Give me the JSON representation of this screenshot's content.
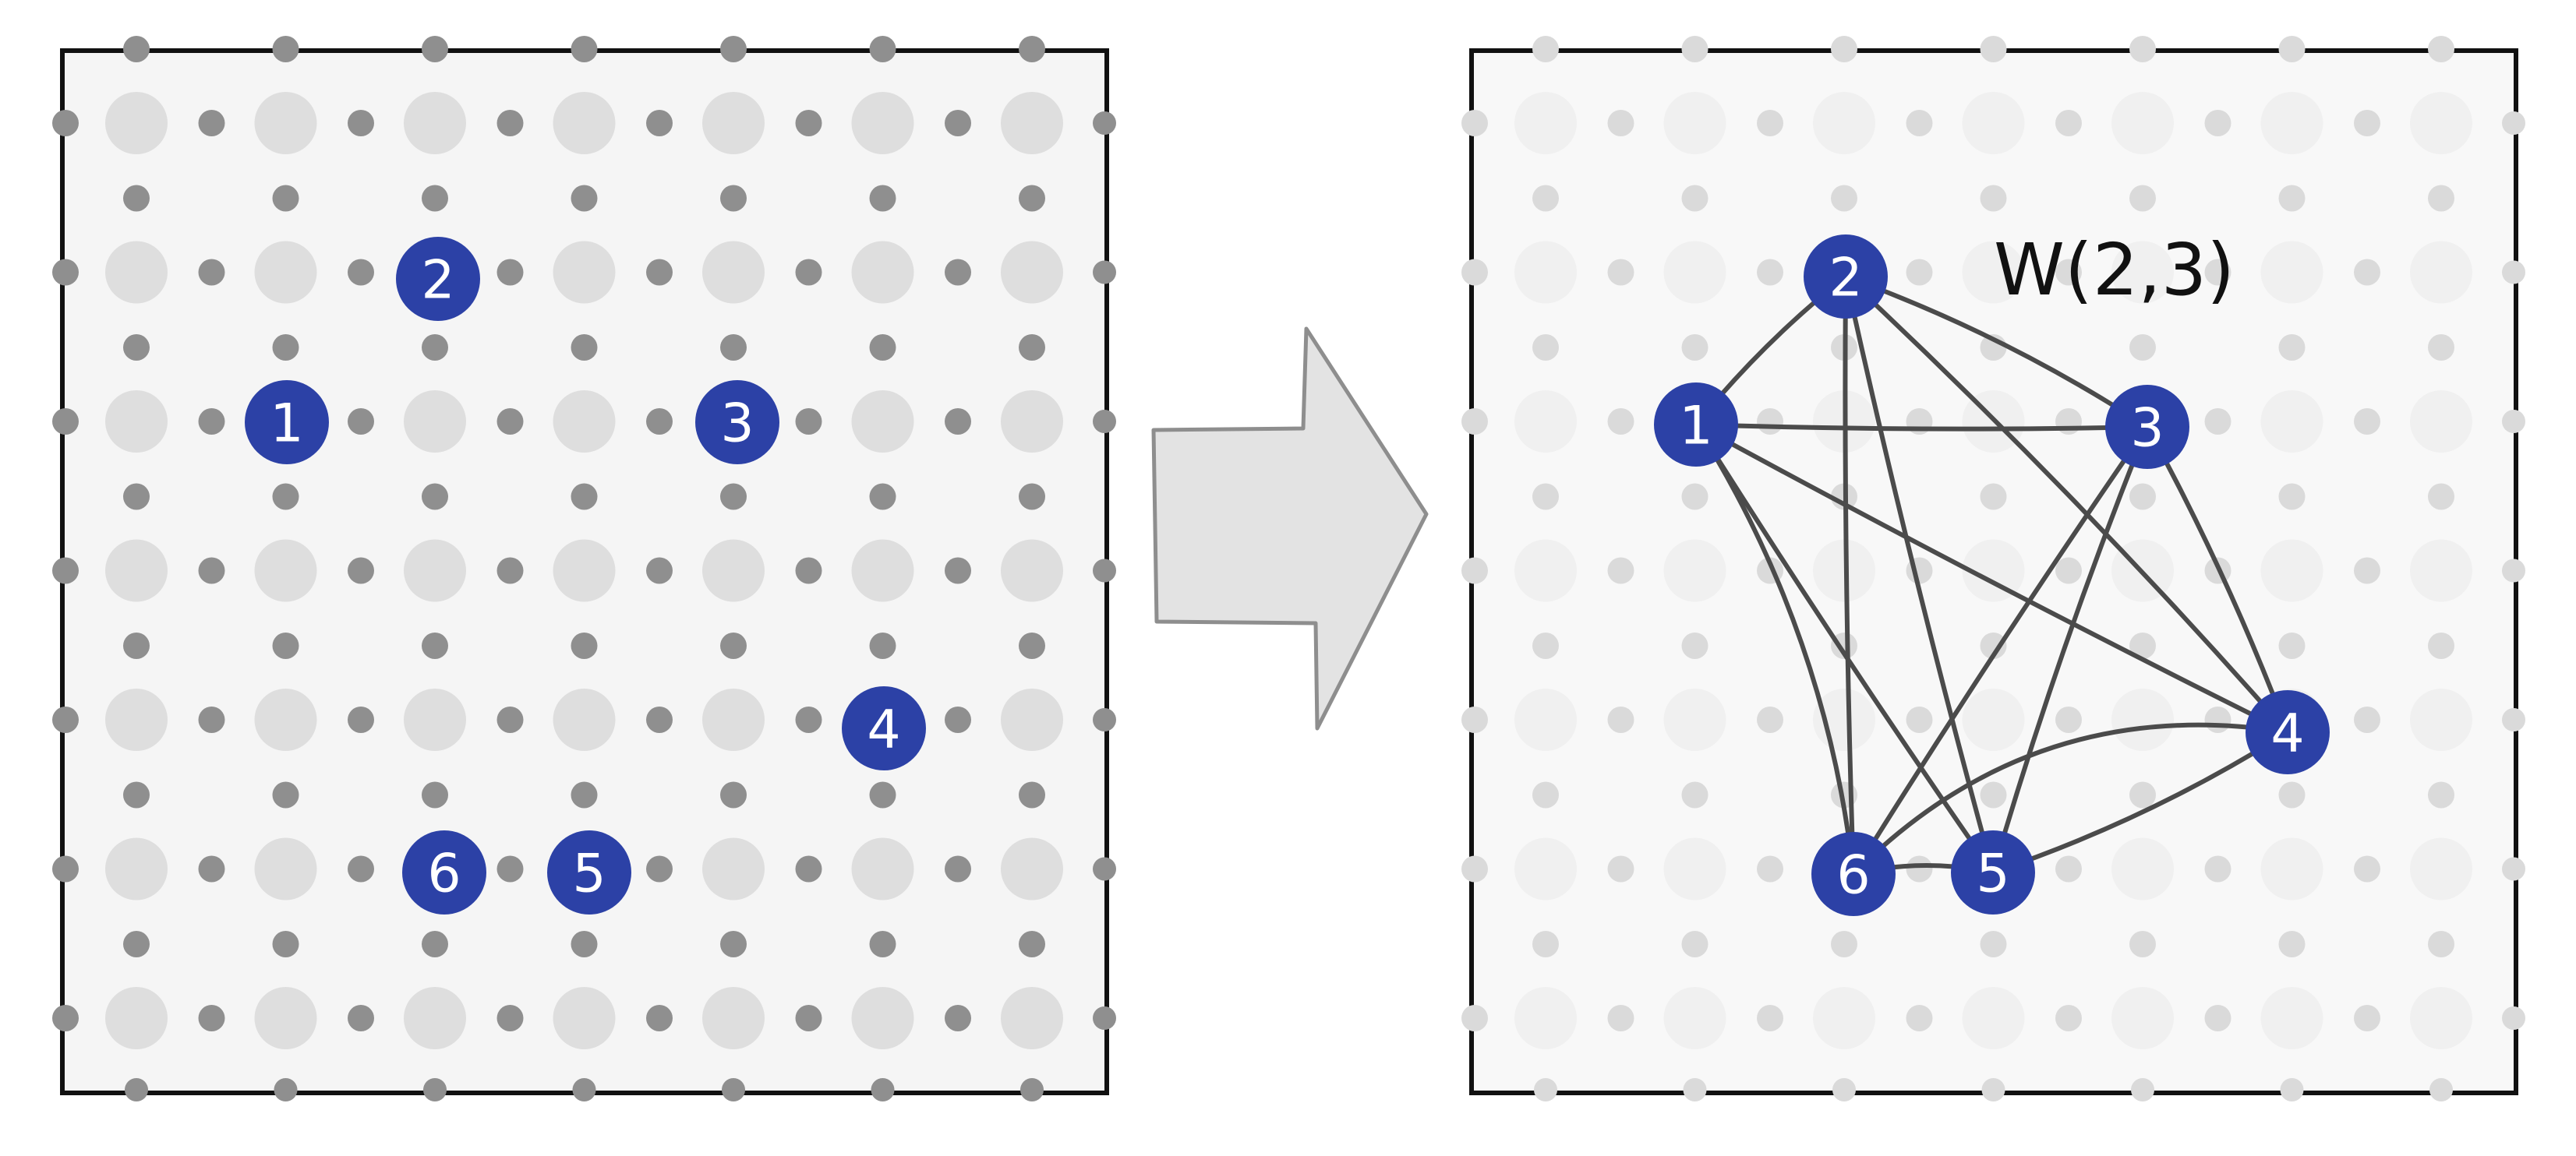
{
  "left_panel": {
    "nodes": [
      {
        "id": "1",
        "label": "1"
      },
      {
        "id": "2",
        "label": "2"
      },
      {
        "id": "3",
        "label": "3"
      },
      {
        "id": "4",
        "label": "4"
      },
      {
        "id": "5",
        "label": "5"
      },
      {
        "id": "6",
        "label": "6"
      }
    ]
  },
  "right_panel": {
    "graph_label": "W(2,3)",
    "nodes": [
      {
        "id": "1",
        "label": "1"
      },
      {
        "id": "2",
        "label": "2"
      },
      {
        "id": "3",
        "label": "3"
      },
      {
        "id": "4",
        "label": "4"
      },
      {
        "id": "5",
        "label": "5"
      },
      {
        "id": "6",
        "label": "6"
      }
    ],
    "edges": [
      [
        "1",
        "2"
      ],
      [
        "1",
        "3"
      ],
      [
        "1",
        "4"
      ],
      [
        "1",
        "5"
      ],
      [
        "1",
        "6"
      ],
      [
        "2",
        "3"
      ],
      [
        "2",
        "4"
      ],
      [
        "2",
        "5"
      ],
      [
        "2",
        "6"
      ],
      [
        "3",
        "4"
      ],
      [
        "3",
        "5"
      ],
      [
        "3",
        "6"
      ],
      [
        "4",
        "5"
      ],
      [
        "4",
        "6"
      ],
      [
        "5",
        "6"
      ]
    ]
  },
  "colors": {
    "node_fill": "#2c41a6",
    "node_text": "#ffffff",
    "edge": "#4b4b4b",
    "large_dot_left": "#dedede",
    "small_dot_left": "#8f8f8f",
    "large_dot_right": "#f0f0f0",
    "small_dot_right": "#dadada",
    "arrow_fill": "#e3e3e3",
    "arrow_stroke": "#8e8e8e"
  }
}
